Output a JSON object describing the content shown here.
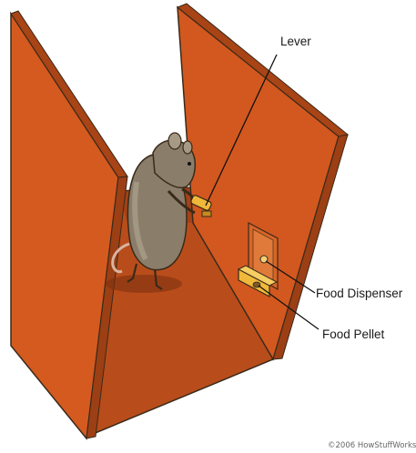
{
  "diagram": {
    "labels": {
      "lever": "Lever",
      "food_dispenser": "Food Dispenser",
      "food_pellet": "Food Pellet"
    },
    "credit": "©2006 HowStuffWorks"
  },
  "colors": {
    "wall": "#d2581f",
    "wall_shadow": "#a84416",
    "floor": "#c0501c",
    "rat": "#8a7d6a",
    "lever": "#f0b83a",
    "outline": "#3a2a1a"
  },
  "icons": {
    "subject": "rat-icon",
    "lever": "lever-icon",
    "dispenser": "food-dispenser-icon",
    "pellet": "food-pellet-icon"
  }
}
